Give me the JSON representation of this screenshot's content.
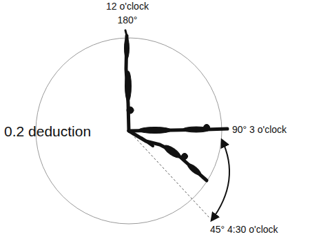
{
  "diagram": {
    "labels": [
      "12 o'clock",
      "180°",
      "0.2 deduction",
      "90° 3 o'clock",
      "45° 4:30 o'clock"
    ]
  }
}
